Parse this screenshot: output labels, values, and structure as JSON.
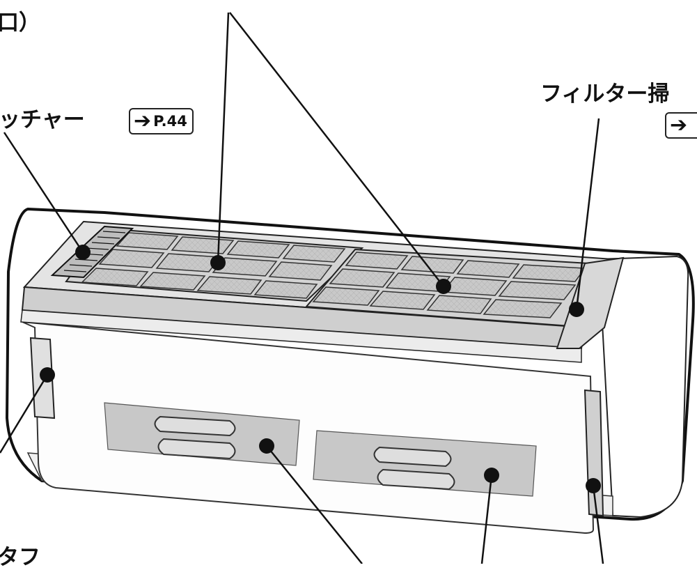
{
  "labels": {
    "top_left_partial": "口）",
    "catcher": "ッチャー",
    "filter_cleaner": "フィルター掃",
    "bottom_left_partial": "タフ"
  },
  "refs": {
    "catcher_arrow": "➔",
    "catcher_page": "P.44",
    "filter_arrow": "➔"
  },
  "icons": {
    "callout_arrow": "arrow-right-icon"
  }
}
